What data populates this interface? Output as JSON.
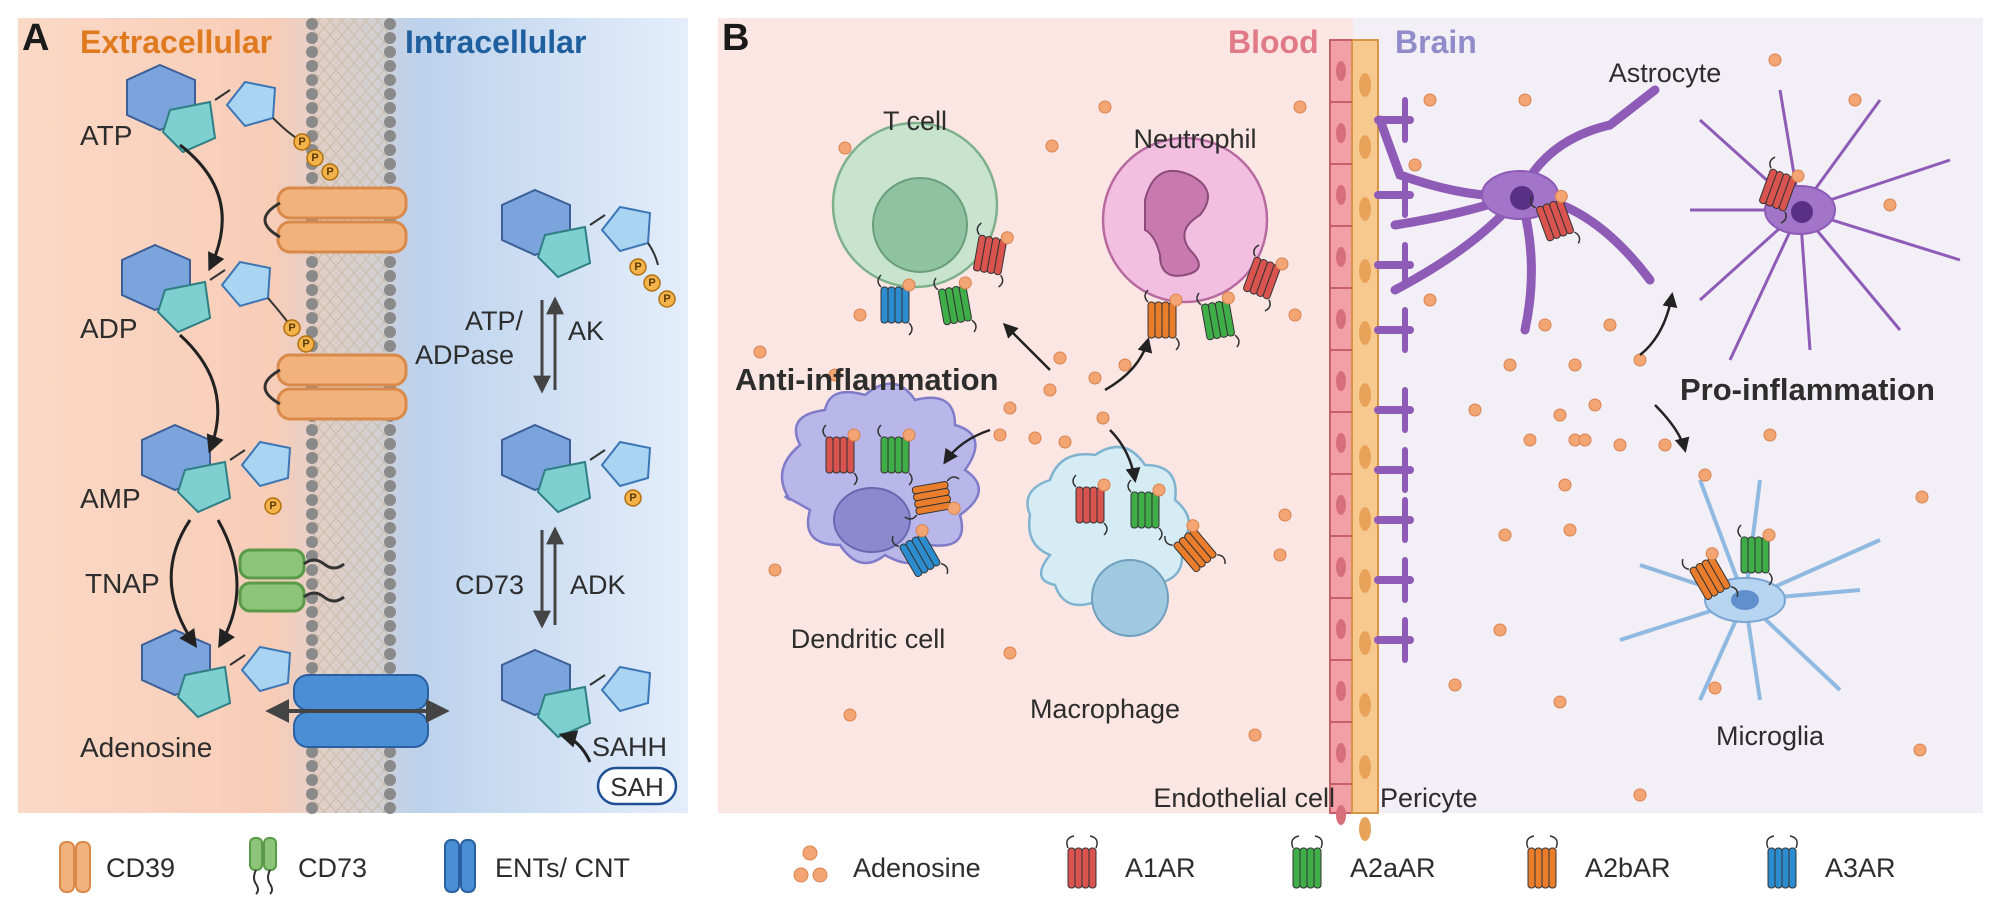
{
  "panel_a": {
    "letter": "A",
    "extracellular": "Extracellular",
    "intracellular": "Intracellular",
    "atp": "ATP",
    "adp": "ADP",
    "amp": "AMP",
    "tnap": "TNAP",
    "adenosine": "Adenosine",
    "atp_adpase": "ATP/",
    "atp_adpase_2": "ADPase",
    "ak": "AK",
    "cd73": "CD73",
    "adk": "ADK",
    "sahh": "SAHH",
    "sah": "SAH",
    "phosphate": "P"
  },
  "panel_b": {
    "letter": "B",
    "blood": "Blood",
    "brain": "Brain",
    "t_cell": "T cell",
    "neutrophil": "Neutrophil",
    "astrocyte": "Astrocyte",
    "anti_inflammation": "Anti-inflammation",
    "pro_inflammation": "Pro-inflammation",
    "dendritic_cell": "Dendritic cell",
    "macrophage": "Macrophage",
    "microglia": "Microglia",
    "endothelial_cell": "Endothelial cell",
    "pericyte": "Pericyte"
  },
  "legend_a": [
    {
      "label": "CD39",
      "color": "#f2b27c"
    },
    {
      "label": "CD73",
      "color": "#8cc47a"
    },
    {
      "label": "ENTs/ CNT",
      "color": "#4a8fd6"
    }
  ],
  "legend_b": [
    {
      "label": "Adenosine",
      "color": "#f4a574"
    },
    {
      "label": "A1AR",
      "color": "#d9534f"
    },
    {
      "label": "A2aAR",
      "color": "#3fae49"
    },
    {
      "label": "A2bAR",
      "color": "#ea7d2c"
    },
    {
      "label": "A3AR",
      "color": "#2b8dcf"
    }
  ],
  "colors": {
    "extracellular_text": "#e07a1f",
    "intracellular_text": "#1f5f9e",
    "blood_text": "#e07a86",
    "brain_text": "#8f8cc9",
    "purine_hex": "#7ba3dc",
    "purine_pent": "#7ecfcf",
    "ribose": "#a9d4f2",
    "phosphate": "#f4b24b"
  }
}
